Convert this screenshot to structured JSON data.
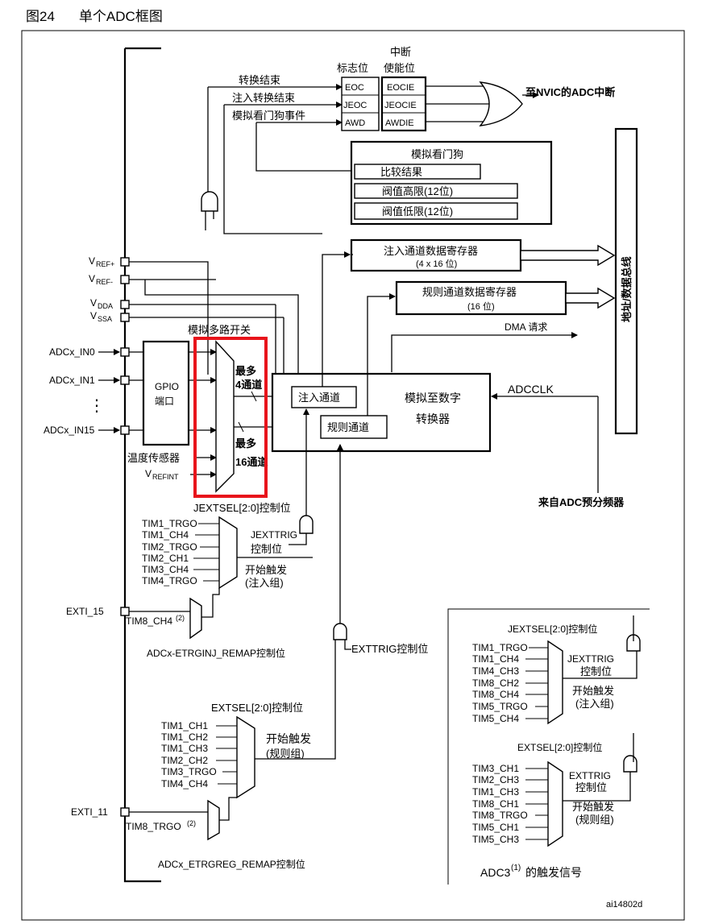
{
  "figure": {
    "number": "图24",
    "title": "单个ADC框图"
  },
  "flags": {
    "conv_end": "转换结束",
    "inj_conv_end": "注入转换结束",
    "awd_event": "模拟看门狗事件",
    "flag_header": "标志位",
    "int_header_1": "中断",
    "int_header_2": "使能位",
    "eoc": "EOC",
    "jeoc": "JEOC",
    "awd": "AWD",
    "eocie": "EOCIE",
    "jeocie": "JEOCIE",
    "awdie": "AWDIE",
    "nvic": "至NVIC的ADC中断"
  },
  "watchdog": {
    "title": "模拟看门狗",
    "compare": "比较结果",
    "high": "阀值高限(12位)",
    "low": "阀值低限(12位)"
  },
  "registers": {
    "inj_title": "注入通道数据寄存器",
    "inj_size": "(4 x 16 位)",
    "reg_title": "规则通道数据寄存器",
    "reg_size": "(16 位)",
    "dma": "DMA 请求",
    "bus": "地址/数据总线"
  },
  "inputs": {
    "vref_plus_main": "V",
    "vref_plus_sub": "REF+",
    "vref_minus_main": "V",
    "vref_minus_sub": "REF-",
    "vdda_main": "V",
    "vdda_sub": "DDA",
    "vssa_main": "V",
    "vssa_sub": "SSA",
    "in0": "ADCx_IN0",
    "in1": "ADCx_IN1",
    "in15": "ADCx_IN15",
    "dots": "⋮",
    "gpio_1": "GPIO",
    "gpio_2": "端口",
    "temp": "温度传感器",
    "vrefint_main": "V",
    "vrefint_sub": "REFINT"
  },
  "mux": {
    "title": "模拟多路开关",
    "max": "最多",
    "four": "4通道",
    "sixteen": "16通道"
  },
  "adc": {
    "inj_channel": "注入通道",
    "reg_channel": "规则通道",
    "conv_1": "模拟至数字",
    "conv_2": "转换器",
    "adcclk": "ADCCLK",
    "prescaler": "来自ADC预分频器"
  },
  "inj_trigger": {
    "jextsel": "JEXTSEL[2:0]控制位",
    "sources": [
      "TIM1_TRGO",
      "TIM1_CH4",
      "TIM2_TRGO",
      "TIM2_CH1",
      "TIM3_CH4",
      "TIM4_TRGO"
    ],
    "jexttrig_1": "JEXTTRIG",
    "jexttrig_2": "控制位",
    "start_1": "开始触发",
    "start_2": "(注入组)",
    "exti": "EXTI_15",
    "tim8": "TIM8_CH4",
    "tim8_sup": "(2)",
    "remap": "ADCx-ETRGINJ_REMAP控制位"
  },
  "exttrig_label": "EXTTRIG控制位",
  "reg_trigger": {
    "extsel": "EXTSEL[2:0]控制位",
    "sources": [
      "TIM1_CH1",
      "TIM1_CH2",
      "TIM1_CH3",
      "TIM2_CH2",
      "TIM3_TRGO",
      "TIM4_CH4"
    ],
    "start_1": "开始触发",
    "start_2": "(规则组)",
    "exti": "EXTI_11",
    "tim8": "TIM8_TRGO",
    "tim8_sup": "(2)",
    "remap": "ADCx_ETRGREG_REMAP控制位"
  },
  "adc3": {
    "jextsel": "JEXTSEL[2:0]控制位",
    "inj_sources": [
      "TIM1_TRGO",
      "TIM1_CH4",
      "TIM4_CH3",
      "TIM8_CH2",
      "TIM8_CH4",
      "TIM5_TRGO",
      "TIM5_CH4"
    ],
    "jexttrig_1": "JEXTTRIG",
    "jexttrig_2": "控制位",
    "inj_start_1": "开始触发",
    "inj_start_2": "(注入组)",
    "extsel": "EXTSEL[2:0]控制位",
    "reg_sources": [
      "TIM3_CH1",
      "TIM2_CH3",
      "TIM1_CH3",
      "TIM8_CH1",
      "TIM8_TRGO",
      "TIM5_CH1",
      "TIM5_CH3"
    ],
    "exttrig_1": "EXTTRIG",
    "exttrig_2": "控制位",
    "reg_start_1": "开始触发",
    "reg_start_2": "(规则组)",
    "caption": "ADC3",
    "caption_sup": "(1)",
    "caption_tail": "的触发信号"
  },
  "figure_id": "ai14802d",
  "highlight_color": "#e8141b"
}
